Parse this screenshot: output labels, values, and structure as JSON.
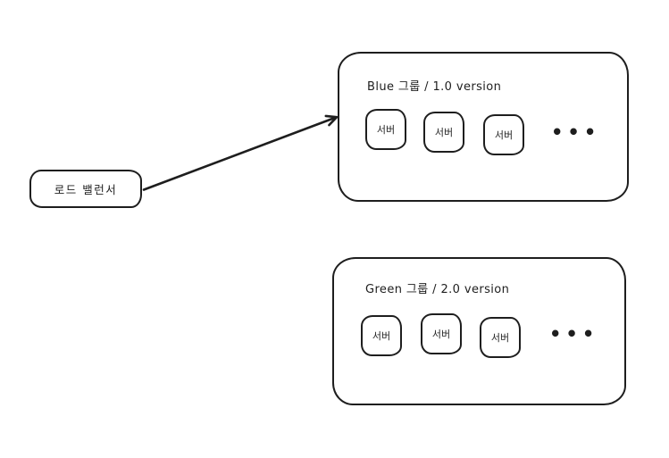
{
  "diagram": {
    "colors": {
      "stroke": "#1e1e1e",
      "background": "#ffffff"
    },
    "load_balancer": {
      "label": "로드 밸런서"
    },
    "arrow": {
      "from": "load-balancer",
      "to": "blue-group"
    },
    "blue_group": {
      "label": "Blue 그룹 / 1.0 version",
      "servers": [
        "서버",
        "서버",
        "서버"
      ],
      "ellipsis": "•••"
    },
    "green_group": {
      "label": "Green 그룹 / 2.0 version",
      "servers": [
        "서버",
        "서버",
        "서버"
      ],
      "ellipsis": "•••"
    }
  }
}
